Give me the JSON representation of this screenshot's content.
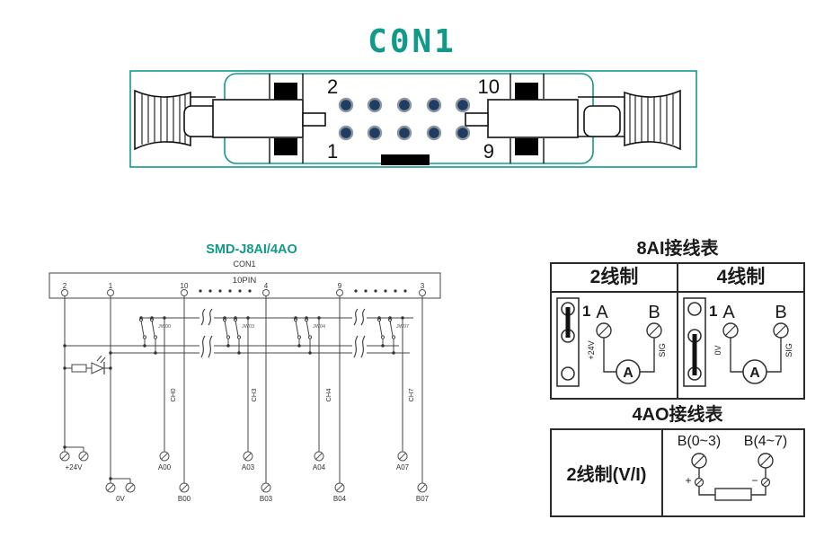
{
  "colors": {
    "accent_teal": "#12998a",
    "pin_navy": "#1f3c63",
    "pin_ring": "#8f969e",
    "line_dark": "#333333"
  },
  "connector_figure": {
    "title": "C0N1",
    "pin_labels": {
      "top_left": "2",
      "top_right": "10",
      "bottom_left": "1",
      "bottom_right": "9"
    }
  },
  "schematic": {
    "title": "SMD-J8AI/4AO",
    "connector": "CON1",
    "pin_count": "10PIN",
    "pin_numbers": [
      "2",
      "1",
      "10",
      "4",
      "9",
      "3"
    ],
    "jumper_labels": [
      "JW00",
      "JW03",
      "JW04",
      "JW07"
    ],
    "channel_labels": [
      "CH0",
      "CH3",
      "CH4",
      "CH7"
    ],
    "power_terminals": {
      "positive": "+24V",
      "ground": "0V"
    },
    "a_terminals": [
      "A00",
      "A03",
      "A04",
      "A07"
    ],
    "b_terminals": [
      "B00",
      "B03",
      "B04",
      "B07"
    ]
  },
  "ai_table": {
    "title": "8AI接线表",
    "columns": [
      "2线制",
      "4线制"
    ],
    "jumper_position_label": "1",
    "terminal_a": "A",
    "terminal_b": "B",
    "two_wire_source": "+24V",
    "four_wire_source": "0V",
    "signal_label": "SIG",
    "meter_label": "A"
  },
  "ao_table": {
    "title": "4AO接线表",
    "row_label": "2线制(V/I)",
    "group_labels": [
      "B(0~3)",
      "B(4~7)"
    ],
    "polarity": [
      "+",
      "−"
    ]
  }
}
